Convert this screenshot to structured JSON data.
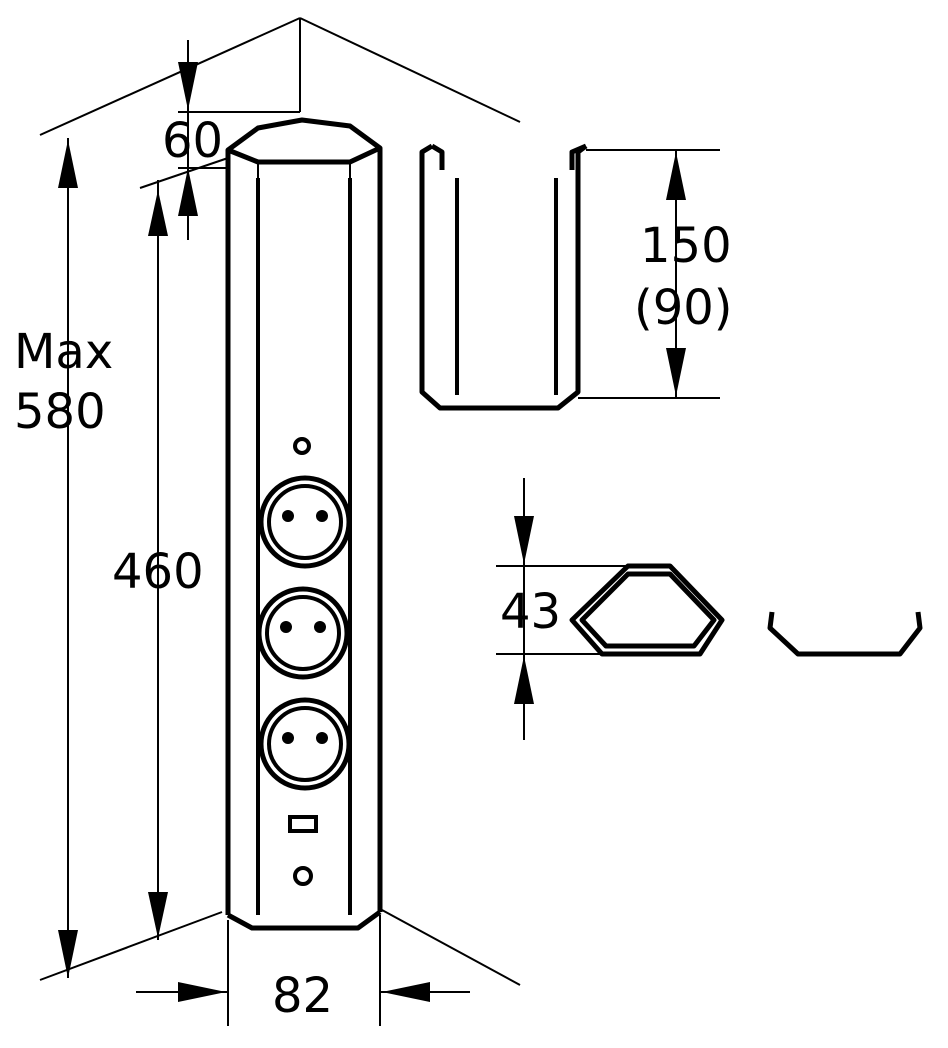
{
  "diagram": {
    "dimensions": {
      "max_label": "Max",
      "max_value": "580",
      "top_depth": "60",
      "body_height": "460",
      "width": "82",
      "cover_height": "150",
      "cover_height_alt": "(90)",
      "profile_height": "43"
    },
    "tower": {
      "socket_count": 3
    },
    "colors": {
      "line": "#000000",
      "background": "#ffffff"
    }
  }
}
